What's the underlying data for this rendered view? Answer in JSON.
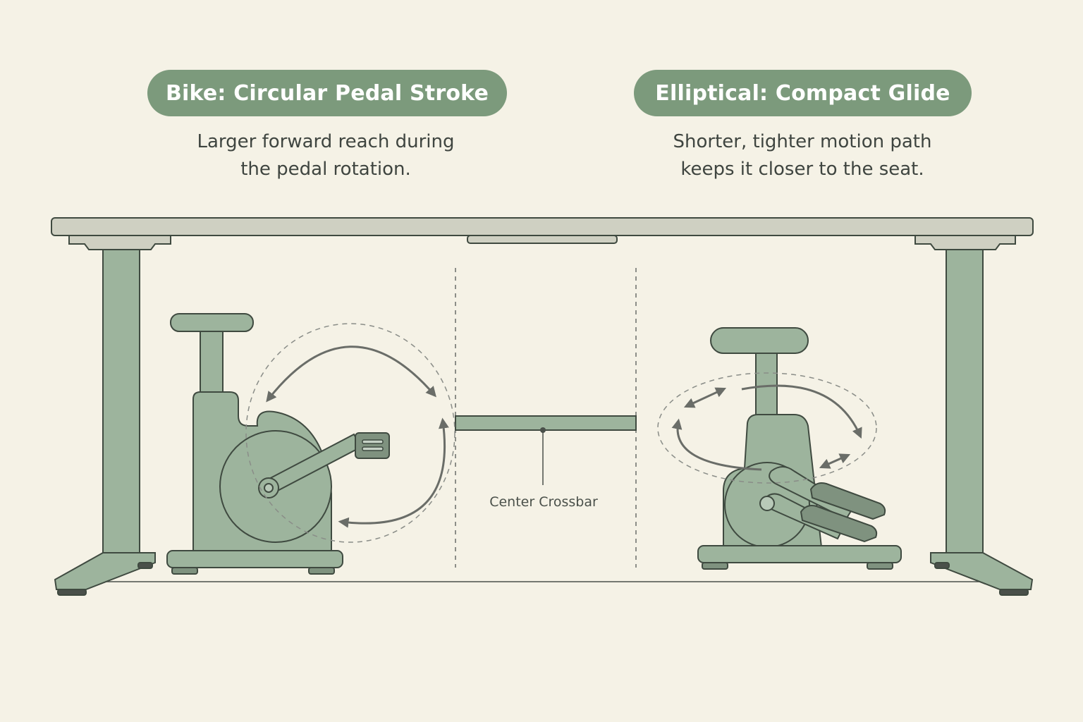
{
  "bike": {
    "title": "Bike: Circular Pedal Stroke",
    "description_line1": "Larger forward reach during",
    "description_line2": "the pedal rotation."
  },
  "elliptical": {
    "title": "Elliptical: Compact Glide",
    "description_line1": "Shorter, tighter motion path",
    "description_line2": "keeps it closer to the seat."
  },
  "crossbar": {
    "label": "Center Crossbar"
  },
  "colors": {
    "background": "#f5f2e6",
    "pill": "#7c9a7c",
    "frame": "#9db49d",
    "outline": "#3f4a40",
    "desktop": "#cfd0c2",
    "arrow": "#6a6d68"
  }
}
